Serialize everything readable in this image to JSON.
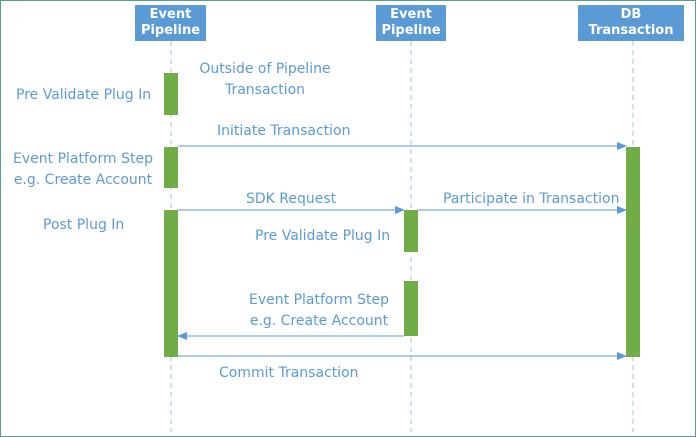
{
  "lanes": [
    {
      "line1": "Event",
      "line2": "Pipeline"
    },
    {
      "line1": "Event",
      "line2": "Pipeline"
    },
    {
      "line1": "DB",
      "line2": "Transaction"
    }
  ],
  "labels": {
    "outside_1": "Outside of Pipeline",
    "outside_2": "Transaction",
    "pre_validate_left": "Pre Validate Plug In",
    "initiate_transaction": "Initiate Transaction",
    "event_platform_step_left": "Event Platform Step",
    "create_account_left": "e.g. Create Account",
    "sdk_request": "SDK Request",
    "participate_in_transaction": "Participate in Transaction",
    "post_plug_in": "Post Plug In",
    "pre_validate_middle": "Pre Validate Plug In",
    "event_platform_step_middle": "Event Platform Step",
    "create_account_middle": "e.g. Create Account",
    "commit_transaction": "Commit Transaction"
  },
  "colors": {
    "header_fill": "#5b9bd5",
    "header_text": "#ffffff",
    "label_text": "#5b9bd5",
    "activation_fill": "#70ad47",
    "arrow": "#5b9bd5",
    "lifeline": "#9dc3e6"
  }
}
